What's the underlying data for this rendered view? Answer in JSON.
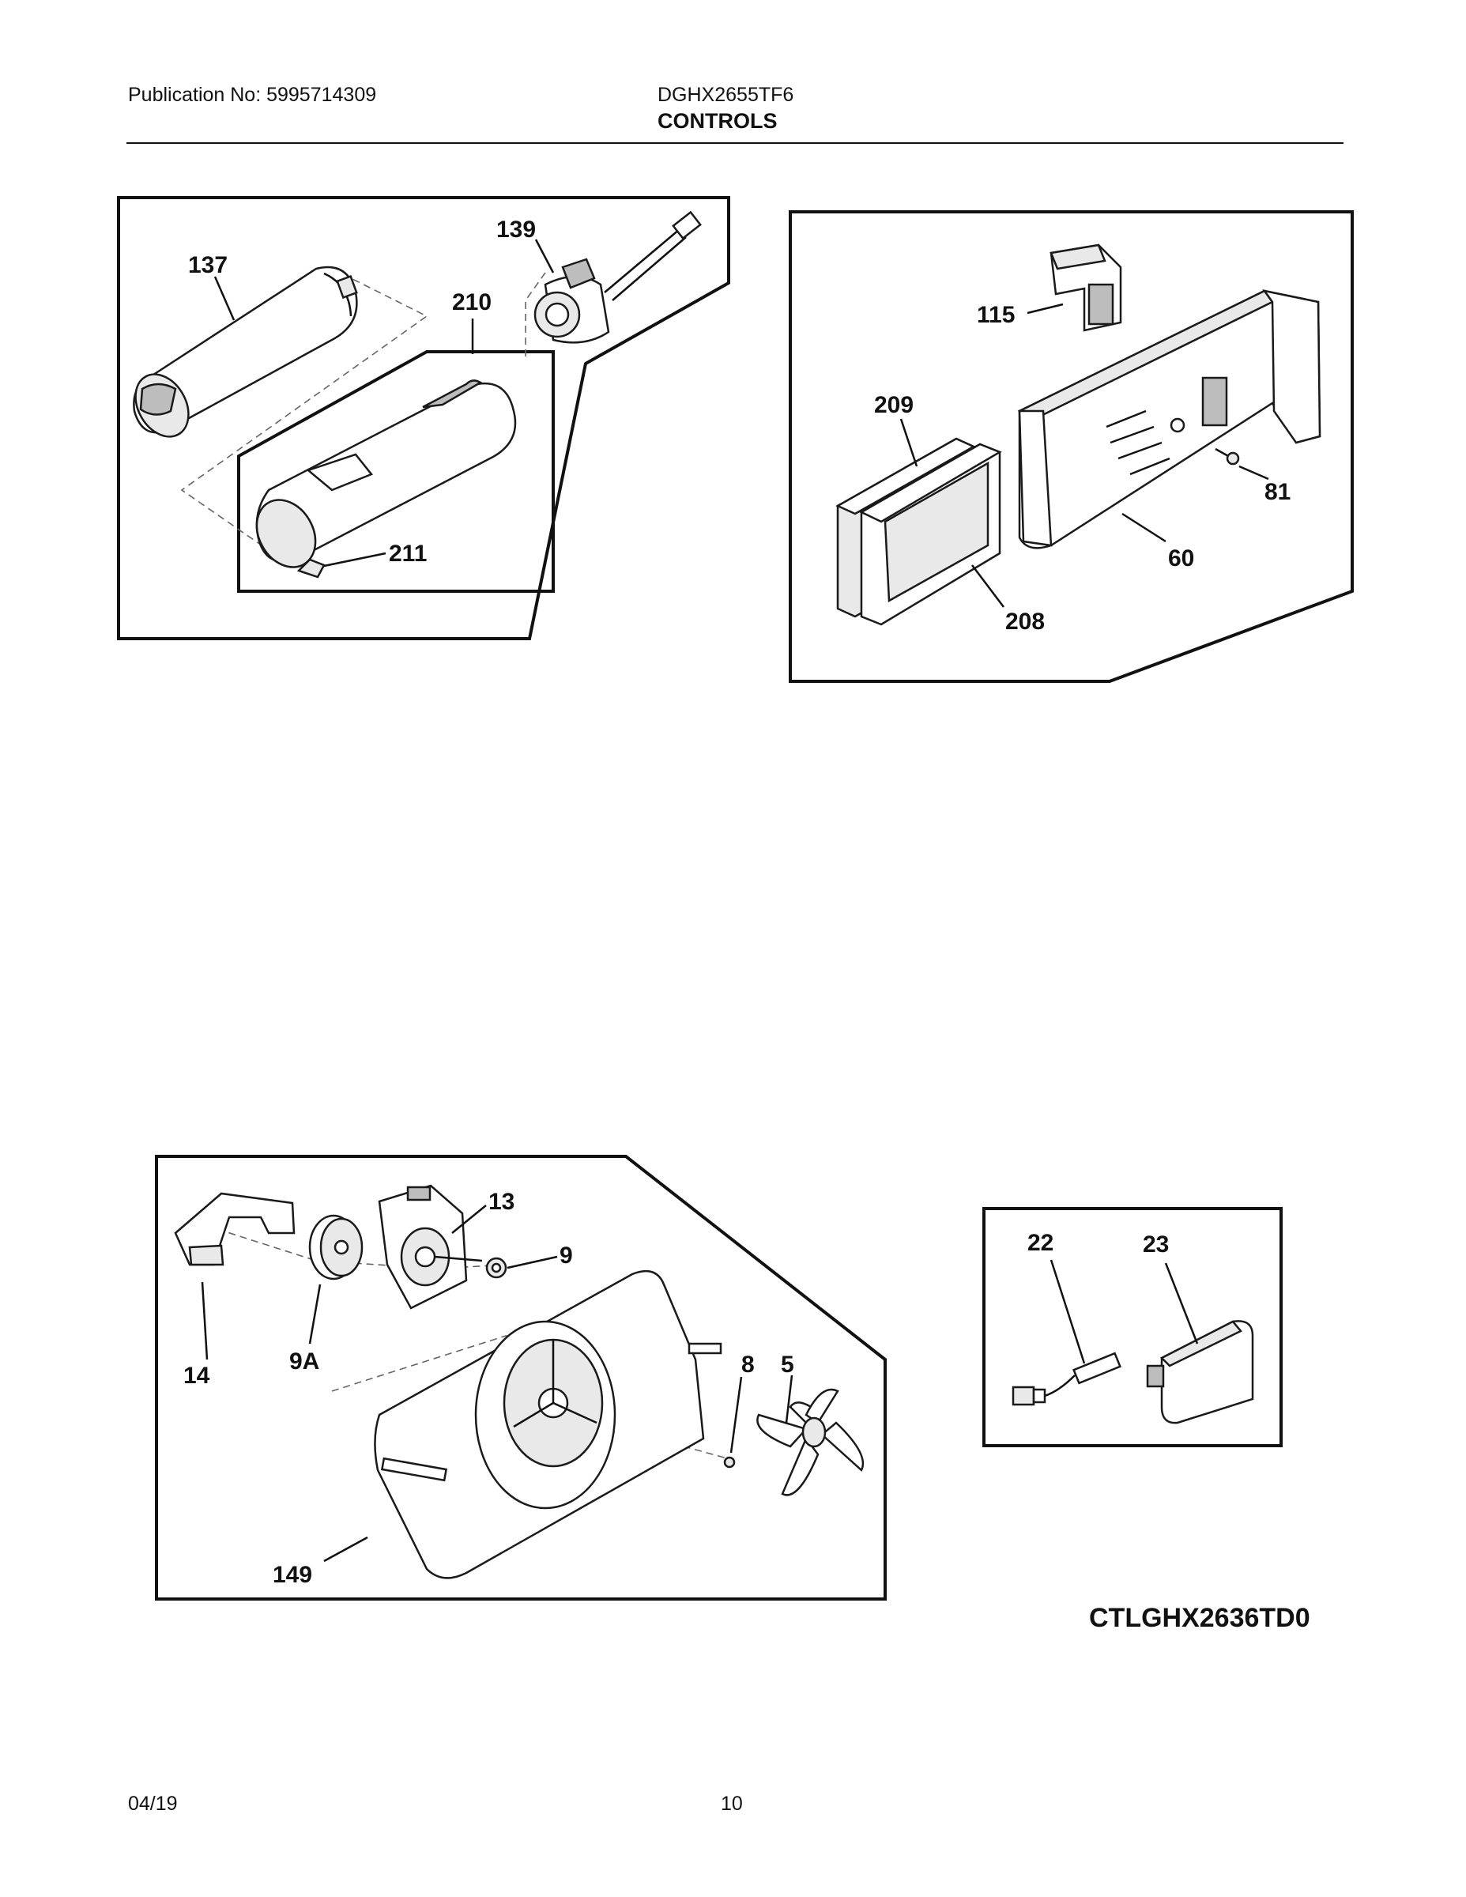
{
  "header": {
    "publication": "Publication No: 5995714309",
    "model": "DGHX2655TF6",
    "title": "CONTROLS"
  },
  "footer": {
    "date": "04/19",
    "page": "10"
  },
  "diagram_code": "CTLGHX2636TD0",
  "callouts": {
    "filter_panel": {
      "c137": "137",
      "c139": "139",
      "c210": "210",
      "c211": "211"
    },
    "air_panel": {
      "c115": "115",
      "c209": "209",
      "c81": "81",
      "c60": "60",
      "c208": "208"
    },
    "fan_panel": {
      "c13": "13",
      "c9": "9",
      "c14": "14",
      "c9a": "9A",
      "c8": "8",
      "c5": "5",
      "c149": "149"
    },
    "light_panel": {
      "c22": "22",
      "c23": "23"
    }
  }
}
